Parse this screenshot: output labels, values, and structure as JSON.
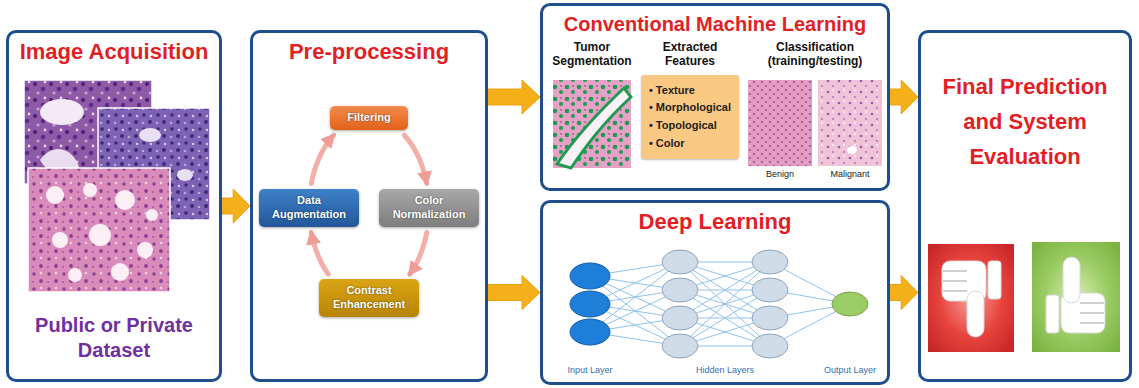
{
  "diagram": {
    "nodes": [
      {
        "text": [
          "Image Acquisition",
          "Public or Private Dataset"
        ]
      },
      {
        "text": [
          "Pre-processing"
        ]
      },
      {
        "text": [
          "Filtering"
        ],
        "in": 1
      },
      {
        "text": [
          "Color Normalization"
        ],
        "in": 1
      },
      {
        "text": [
          "Contrast Enhancement"
        ],
        "in": 1
      },
      {
        "text": [
          "Data Augmentation"
        ],
        "in": 1
      },
      {
        "text": [
          "Conventional Machine Learning"
        ]
      },
      {
        "text": [
          "Extracted Features",
          "• Texture",
          "• Morphological",
          "• Topological",
          "• Color"
        ],
        "in": 6
      },
      {
        "text": [
          "Deep Learning"
        ]
      },
      {
        "text": [
          "Final Prediction and System Evaluation"
        ]
      }
    ],
    "edges": [
      {
        "from": 0,
        "to": 1,
        "arrow": "to"
      },
      {
        "from": 1,
        "to": 6,
        "arrow": "to"
      },
      {
        "from": 1,
        "to": 8,
        "arrow": "to"
      },
      {
        "from": 2,
        "to": 3,
        "arrow": "to"
      },
      {
        "from": 3,
        "to": 4,
        "arrow": "to"
      },
      {
        "from": 4,
        "to": 5,
        "arrow": "to"
      },
      {
        "from": 5,
        "to": 2,
        "arrow": "to"
      },
      {
        "from": 6,
        "to": 9,
        "arrow": "to"
      },
      {
        "from": 8,
        "to": 9,
        "arrow": "to"
      }
    ],
    "labels": [
      "Tumor Segmentation",
      "Classification (training/testing)",
      "Benign",
      "Malignant",
      "Input Layer",
      "Hidden Layers",
      "Output Layer"
    ]
  }
}
